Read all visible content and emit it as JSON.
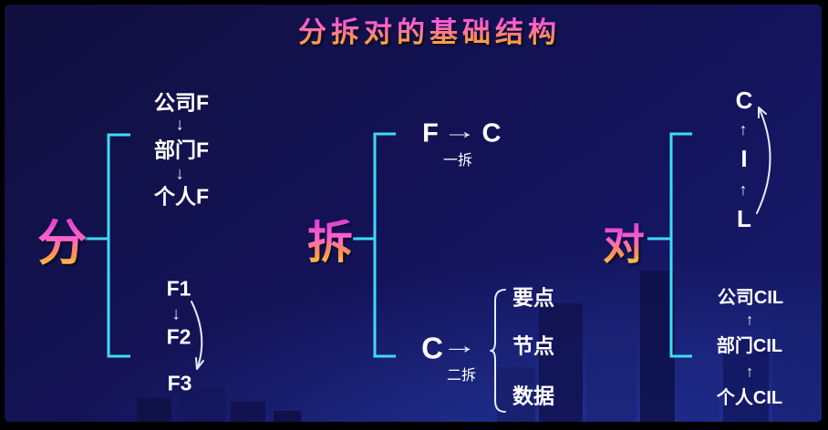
{
  "title": "分拆对的基础结构",
  "left": {
    "char": "分",
    "chain_top": [
      "公司F",
      "部门F",
      "个人F"
    ],
    "chain_bottom": [
      "F1",
      "F2",
      "F3"
    ]
  },
  "middle": {
    "char": "拆",
    "first": {
      "from": "F",
      "to": "C",
      "label": "一拆"
    },
    "second": {
      "from": "C",
      "label": "二拆",
      "items": [
        "要点",
        "节点",
        "数据"
      ]
    }
  },
  "right": {
    "char": "对",
    "stack": [
      "C",
      "I",
      "L"
    ],
    "chain": [
      "公司CIL",
      "部门CIL",
      "个人CIL"
    ]
  },
  "icons": {
    "down_arrow": "↓",
    "up_arrow": "↑",
    "right_arrow": "→"
  },
  "colors": {
    "background_dark": "#11103e",
    "background_light": "#1c2b80",
    "bracket_cyan": "#3edcf7",
    "text_white": "#ffffff",
    "gradient_pink": "#ff4fd4",
    "gradient_orange": "#ffb44a"
  }
}
